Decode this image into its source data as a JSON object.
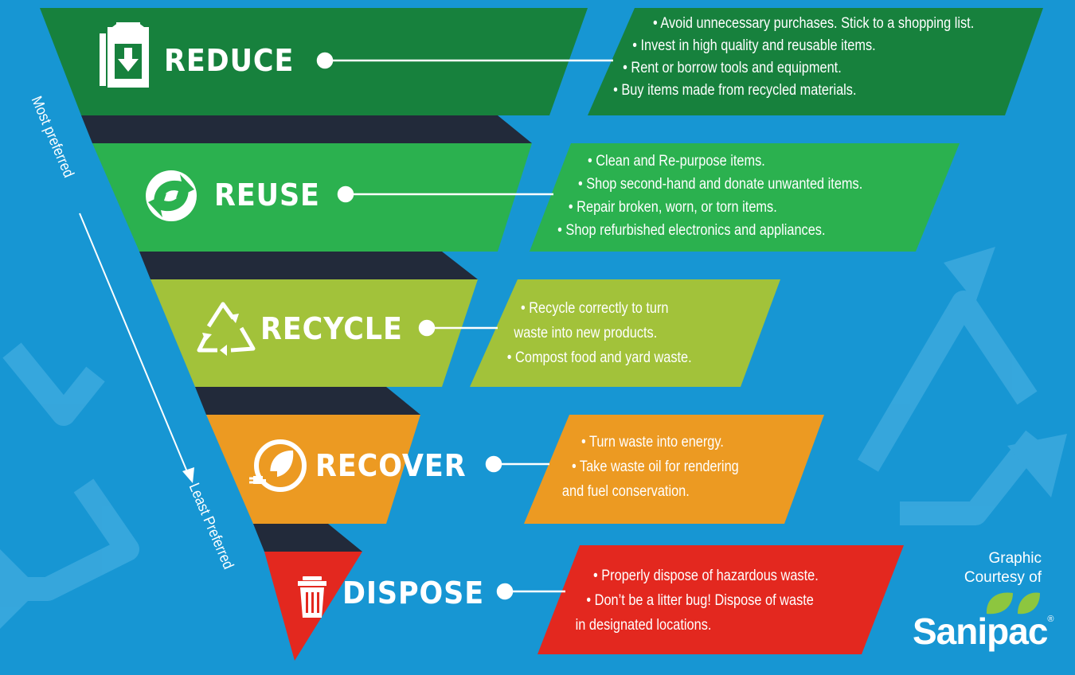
{
  "colors": {
    "background": "#1796d3",
    "reduce": "#17813d",
    "reuse": "#2bb14f",
    "recycle": "#a2c23a",
    "recover": "#ec9a22",
    "dispose": "#e3281f",
    "connector": "#222a3a"
  },
  "scale": {
    "top_label": "Most preferred",
    "bottom_label": "Least Preferred"
  },
  "tiers": [
    {
      "name": "REDUCE",
      "icon": "shopping-bag-down-arrow-icon",
      "bullets": [
        "• Avoid unnecessary purchases. Stick to a shopping list.",
        "• Invest in high quality and reusable items.",
        "• Rent or borrow tools and equipment.",
        "• Buy items made from recycled materials."
      ]
    },
    {
      "name": "REUSE",
      "icon": "reuse-arrows-icon",
      "bullets": [
        "• Clean and Re-purpose items.",
        "• Shop second-hand and donate unwanted items.",
        "• Repair broken, worn, or torn items.",
        "• Shop refurbished electronics and appliances."
      ]
    },
    {
      "name": "RECYCLE",
      "icon": "recycle-triangle-icon",
      "bullets": [
        "• Recycle correctly to turn",
        "waste into new products.",
        "• Compost food and yard waste."
      ]
    },
    {
      "name": "RECOVER",
      "icon": "energy-leaf-plug-icon",
      "bullets": [
        "• Turn waste into energy.",
        "• Take waste oil for rendering",
        "and fuel conservation."
      ]
    },
    {
      "name": "DISPOSE",
      "icon": "trash-can-icon",
      "bullets": [
        "• Properly dispose of hazardous waste.",
        "• Don’t be a litter bug! Dispose of waste",
        "in designated locations."
      ]
    }
  ],
  "credit": {
    "line1": "Graphic",
    "line2": "Courtesy of",
    "brand": "Sanipac",
    "brand_mark": "®"
  }
}
